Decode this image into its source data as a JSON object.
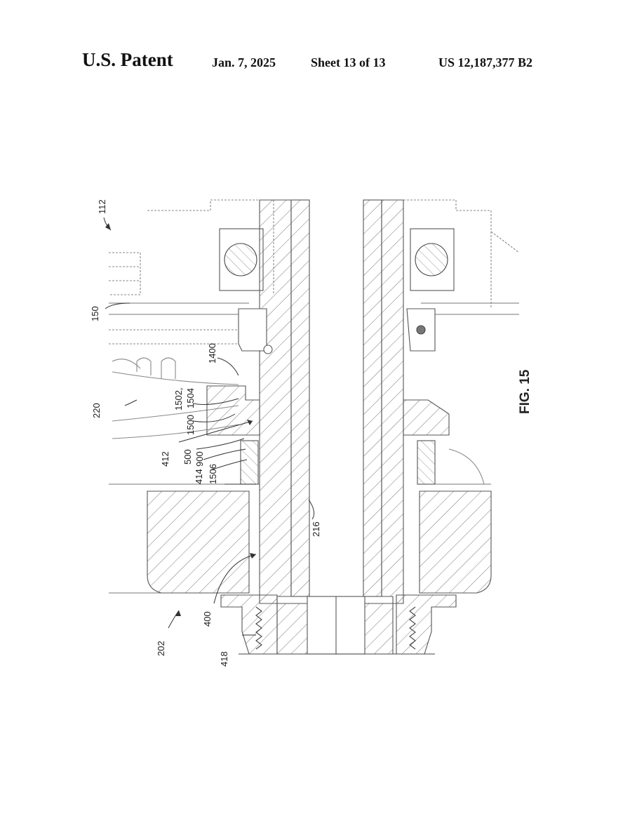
{
  "header": {
    "title": "U.S. Patent",
    "date": "Jan. 7, 2025",
    "sheet": "Sheet 13 of 13",
    "patent_number": "US 12,187,377 B2"
  },
  "figure": {
    "label": "FIG. 15",
    "reference_numerals": [
      "112",
      "150",
      "1400",
      "1502,",
      "1504",
      "220",
      "1500",
      "412",
      "500",
      "900",
      "414",
      "1506",
      "216",
      "400",
      "202",
      "418"
    ]
  }
}
